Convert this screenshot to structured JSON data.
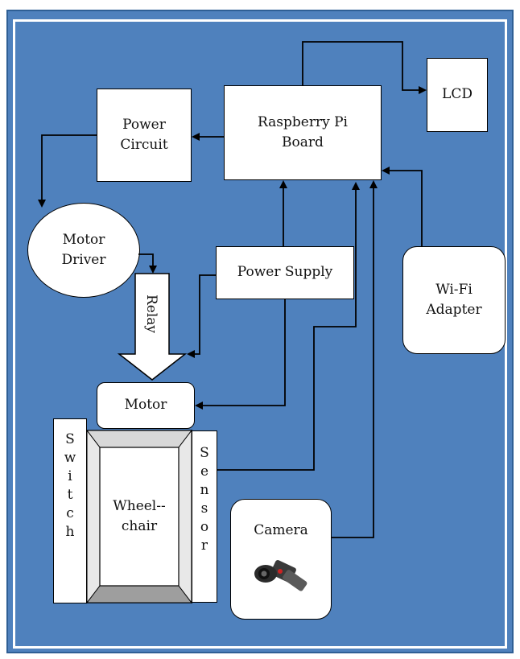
{
  "diagram": {
    "nodes": {
      "raspberry_pi": [
        "Raspberry Pi",
        "Board"
      ],
      "lcd": [
        "LCD"
      ],
      "power_circuit": [
        "Power",
        "Circuit"
      ],
      "motor_driver": [
        "Motor",
        "Driver"
      ],
      "relay": "Relay",
      "power_supply": [
        "Power Supply"
      ],
      "wifi_adapter": [
        "Wi-Fi",
        "Adapter"
      ],
      "motor": [
        "Motor"
      ],
      "switch": [
        "S",
        "w",
        "i",
        "t",
        "c",
        "h"
      ],
      "sensor": [
        "S",
        "e",
        "n",
        "s",
        "o",
        "r"
      ],
      "wheelchair": [
        "Wheel--",
        "chair"
      ],
      "camera": [
        "Camera"
      ]
    },
    "colors": {
      "background": "#4f81bd",
      "box_fill": "#ffffff",
      "line": "#000000"
    },
    "icons": {
      "camera_image": "webcam-icon"
    }
  }
}
